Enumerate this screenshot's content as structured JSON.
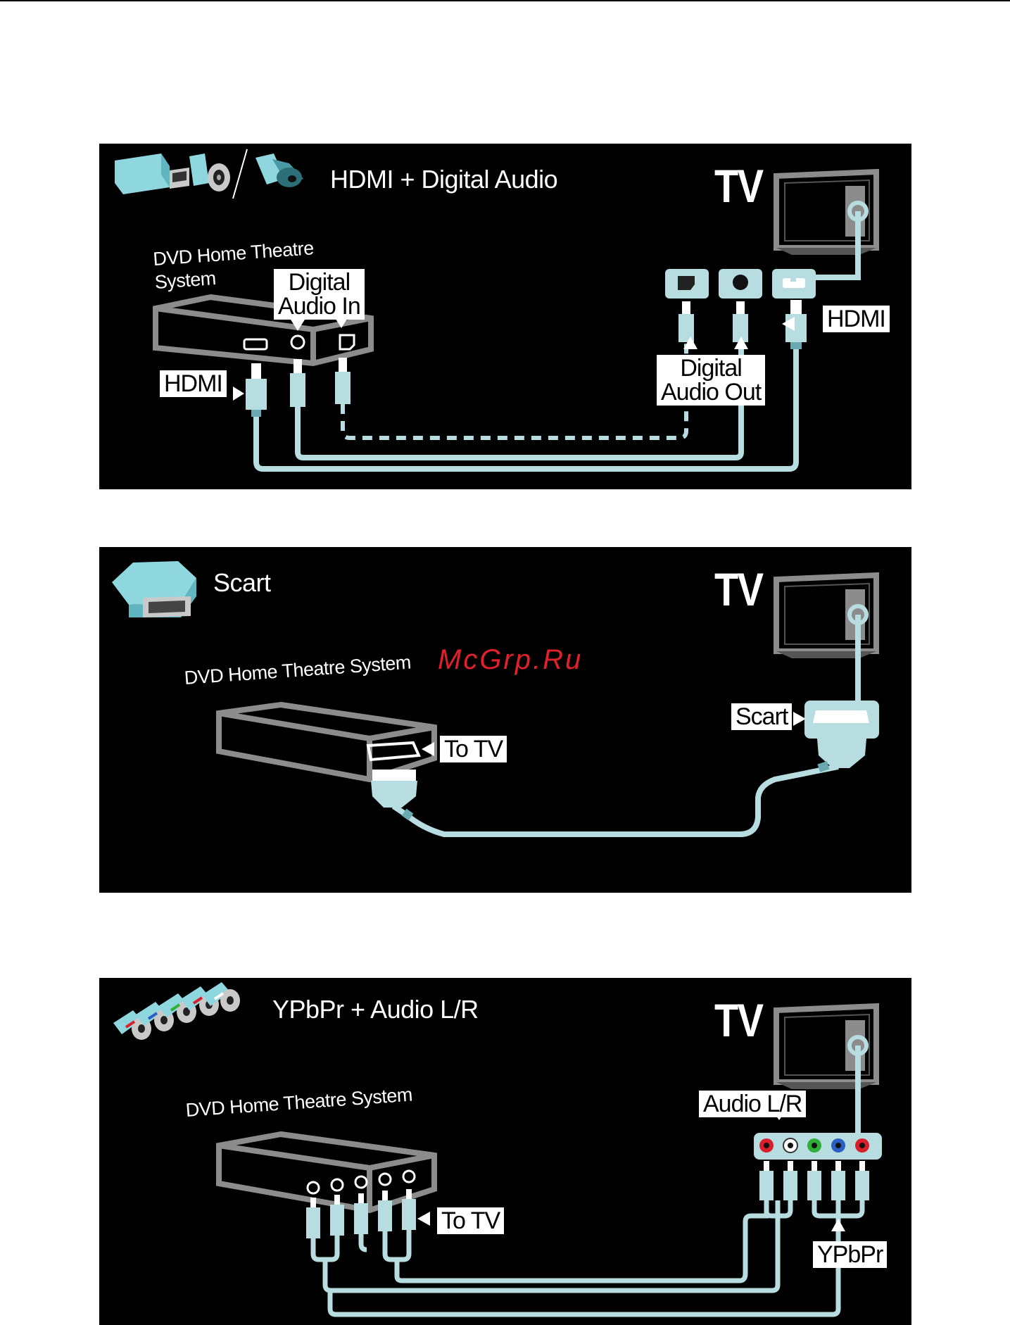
{
  "watermark": "McGrp.Ru",
  "panels": [
    {
      "title": "HDMI + Digital Audio",
      "tv_label": "TV",
      "device_label_line1": "DVD Home Theatre",
      "device_label_line2": "System",
      "callouts": {
        "digital_audio_in_line1": "Digital",
        "digital_audio_in_line2": "Audio In",
        "hdmi_device": "HDMI",
        "hdmi_tv": "HDMI",
        "digital_audio_out_line1": "Digital",
        "digital_audio_out_line2": "Audio Out"
      }
    },
    {
      "title": "Scart",
      "tv_label": "TV",
      "device_label": "DVD Home Theatre System",
      "callouts": {
        "to_tv": "To TV",
        "scart_tv": "Scart"
      }
    },
    {
      "title": "YPbPr + Audio L/R",
      "tv_label": "TV",
      "device_label": "DVD Home Theatre System",
      "callouts": {
        "to_tv": "To TV",
        "audio_lr": "Audio L/R",
        "ypbpr": "YPbPr"
      }
    }
  ],
  "colors": {
    "cable": "#b8dde1",
    "cable_highlight": "#e8f6f7",
    "device_outline": "#8c8c8c",
    "jack_red": "#d8202a",
    "jack_green": "#2fae3a",
    "jack_blue": "#2a5fc4",
    "jack_white": "#ffffff"
  },
  "icons": [
    "hdmi-connector-icon",
    "coaxial-connector-icon",
    "optical-connector-icon",
    "scart-connector-icon",
    "rca-connectors-icon",
    "tv-icon"
  ]
}
